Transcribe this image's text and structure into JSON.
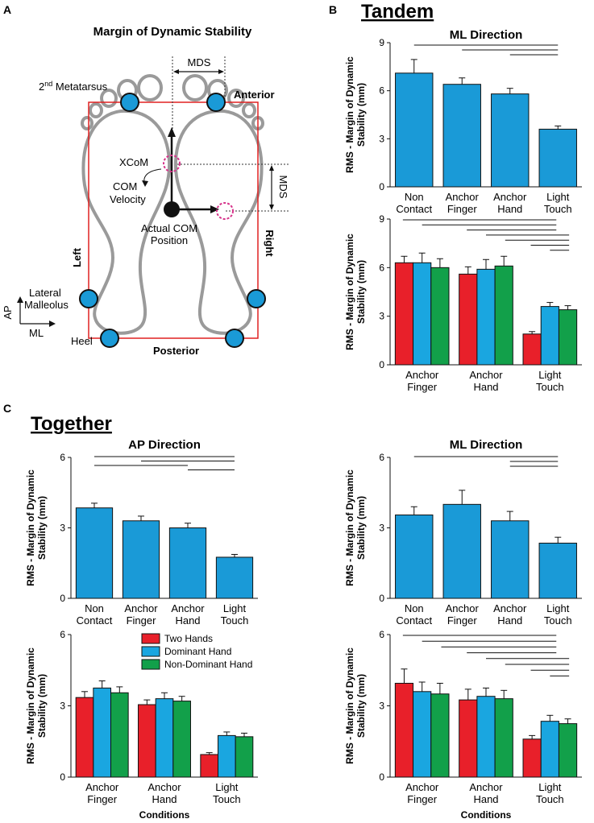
{
  "panel_labels": {
    "a": "A",
    "b": "B",
    "c": "C"
  },
  "section_titles": {
    "tandem": "Tandem",
    "together": "Together"
  },
  "diagram": {
    "title": "Margin of Dynamic Stability",
    "metatarsus": "2",
    "metatarsus_sup": "nd",
    "metatarsus_rest": " Metatarsus",
    "anterior": "Anterior",
    "posterior": "Posterior",
    "left": "Left",
    "right": "Right",
    "mds_top": "MDS",
    "mds_side": "MDS",
    "xcom": "XCoM",
    "com_velocity_1": "COM",
    "com_velocity_2": "Velocity",
    "actual_com_1": "Actual COM",
    "actual_com_2": "Position",
    "lateral_1": "Lateral",
    "lateral_2": "Malleolus",
    "heel": "Heel",
    "axis_ap": "AP",
    "axis_ml": "ML",
    "colors": {
      "marker": "#1a9ad7",
      "xcom": "#d6338a",
      "box": "#e02020",
      "foot": "#9a9a9a"
    }
  },
  "legend": {
    "items": [
      "Two Hands",
      "Dominant Hand",
      "Non-Dominant Hand"
    ]
  },
  "colors": {
    "single": "#1a9ad7",
    "series": [
      "#e8202a",
      "#1aa6e0",
      "#12a04a"
    ]
  },
  "chart_data": [
    {
      "id": "tandem_ml_single",
      "type": "bar",
      "title": "ML Direction",
      "ylabel": "RMS - Margin of Dynamic Stability (mm)",
      "xlabel": "",
      "ylim": [
        0,
        9
      ],
      "yticks": [
        0,
        3,
        6,
        9
      ],
      "categories": [
        "Non\nContact",
        "Anchor\nFinger",
        "Anchor\nHand",
        "Light\nTouch"
      ],
      "values": [
        7.1,
        6.4,
        5.8,
        3.6
      ],
      "errors": [
        0.85,
        0.4,
        0.35,
        0.2
      ]
    },
    {
      "id": "tandem_ml_hands",
      "type": "bar",
      "title": "",
      "ylabel": "RMS - Margin of Dynamic Stability (mm)",
      "xlabel": "",
      "ylim": [
        0,
        9
      ],
      "yticks": [
        0,
        3,
        6,
        9
      ],
      "categories": [
        "Anchor\nFinger",
        "Anchor\nHand",
        "Light\nTouch"
      ],
      "series": [
        {
          "name": "Two Hands",
          "values": [
            6.3,
            5.6,
            1.9
          ],
          "errors": [
            0.4,
            0.45,
            0.15
          ]
        },
        {
          "name": "Dominant Hand",
          "values": [
            6.3,
            5.9,
            3.6
          ],
          "errors": [
            0.6,
            0.6,
            0.25
          ]
        },
        {
          "name": "Non-Dominant Hand",
          "values": [
            6.0,
            6.1,
            3.4
          ],
          "errors": [
            0.55,
            0.6,
            0.25
          ]
        }
      ]
    },
    {
      "id": "together_ap_single",
      "type": "bar",
      "title": "AP Direction",
      "ylabel": "RMS - Margin of Dynamic Stability (mm)",
      "xlabel": "",
      "ylim": [
        0,
        6
      ],
      "yticks": [
        0,
        3,
        6
      ],
      "categories": [
        "Non\nContact",
        "Anchor\nFinger",
        "Anchor\nHand",
        "Light\nTouch"
      ],
      "values": [
        3.85,
        3.3,
        3.0,
        1.75
      ],
      "errors": [
        0.2,
        0.2,
        0.2,
        0.12
      ]
    },
    {
      "id": "together_ml_single",
      "type": "bar",
      "title": "ML Direction",
      "ylabel": "RMS - Margin of Dynamic Stability (mm)",
      "xlabel": "",
      "ylim": [
        0,
        6
      ],
      "yticks": [
        0,
        3,
        6
      ],
      "categories": [
        "Non\nContact",
        "Anchor\nFinger",
        "Anchor\nHand",
        "Light\nTouch"
      ],
      "values": [
        3.55,
        4.0,
        3.3,
        2.35
      ],
      "errors": [
        0.35,
        0.6,
        0.4,
        0.25
      ]
    },
    {
      "id": "together_ap_hands",
      "type": "bar",
      "title": "",
      "ylabel": "RMS - Margin of Dynamic Stability (mm)",
      "xlabel": "Conditions",
      "ylim": [
        0,
        6
      ],
      "yticks": [
        0,
        3,
        6
      ],
      "categories": [
        "Anchor\nFinger",
        "Anchor\nHand",
        "Light\nTouch"
      ],
      "series": [
        {
          "name": "Two Hands",
          "values": [
            3.35,
            3.05,
            0.95
          ],
          "errors": [
            0.25,
            0.2,
            0.08
          ]
        },
        {
          "name": "Dominant Hand",
          "values": [
            3.75,
            3.3,
            1.75
          ],
          "errors": [
            0.3,
            0.25,
            0.15
          ]
        },
        {
          "name": "Non-Dominant Hand",
          "values": [
            3.55,
            3.2,
            1.7
          ],
          "errors": [
            0.25,
            0.2,
            0.15
          ]
        }
      ]
    },
    {
      "id": "together_ml_hands",
      "type": "bar",
      "title": "",
      "ylabel": "RMS - Margin of Dynamic Stability (mm)",
      "xlabel": "Conditions",
      "ylim": [
        0,
        6
      ],
      "yticks": [
        0,
        3,
        6
      ],
      "categories": [
        "Anchor\nFinger",
        "Anchor\nHand",
        "Light\nTouch"
      ],
      "series": [
        {
          "name": "Two Hands",
          "values": [
            3.95,
            3.25,
            1.6
          ],
          "errors": [
            0.6,
            0.45,
            0.15
          ]
        },
        {
          "name": "Dominant Hand",
          "values": [
            3.6,
            3.4,
            2.35
          ],
          "errors": [
            0.4,
            0.35,
            0.25
          ]
        },
        {
          "name": "Non-Dominant Hand",
          "values": [
            3.5,
            3.3,
            2.25
          ],
          "errors": [
            0.45,
            0.35,
            0.2
          ]
        }
      ]
    }
  ]
}
